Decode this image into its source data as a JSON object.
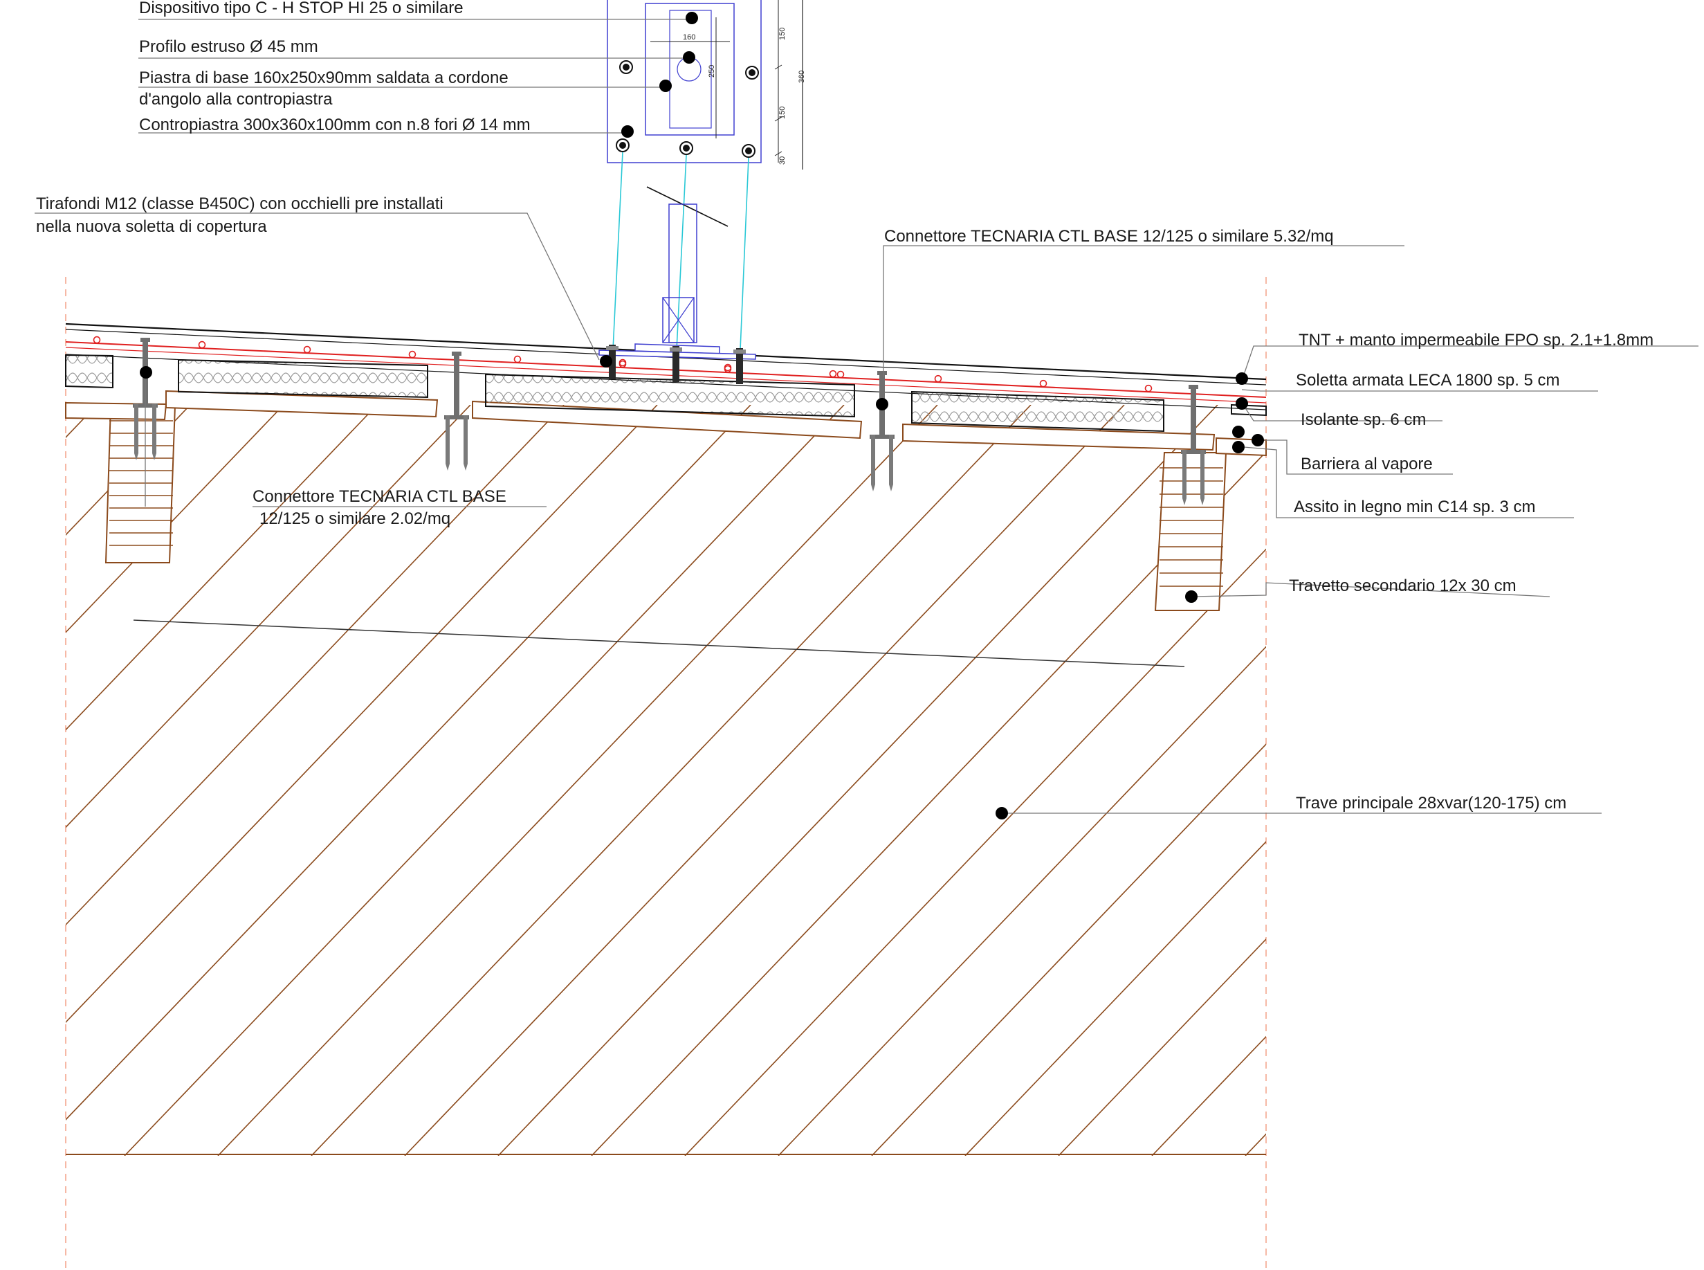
{
  "labels": {
    "dispositivo": "Dispositivo tipo C - H STOP HI 25 o similare",
    "profilo": "Profilo estruso Ø 45 mm",
    "piastra_1": "Piastra di base 160x250x90mm saldata a cordone",
    "piastra_2": "d'angolo alla contropiastra",
    "contropiastra": "Contropiastra 300x360x100mm con n.8 fori Ø 14 mm",
    "tirafondi_1": "Tirafondi M12 (classe B450C) con occhielli pre installati",
    "tirafondi_2": "nella nuova soletta di copertura",
    "connettore_right": "Connettore TECNARIA  CTL BASE 12/125 o similare 5.32/mq",
    "connettore_left_1": "Connettore TECNARIA  CTL BASE",
    "connettore_left_2": "12/125 o similare 2.02/mq",
    "tnt": "TNT + manto impermeabile FPO sp. 2.1+1.8mm",
    "soletta": "Soletta armata LECA 1800 sp. 5 cm",
    "isolante": "Isolante sp. 6 cm",
    "barriera": "Barriera al vapore",
    "assito": "Assito in legno min C14 sp. 3 cm",
    "travetto": "Travetto secondario 12x 30 cm",
    "trave": "Trave principale 28xvar(120-175) cm"
  },
  "dimensions": {
    "d160": "160",
    "d250": "250",
    "d150a": "150",
    "d150b": "150",
    "d360": "360",
    "d30": "30"
  },
  "colors": {
    "wood": "#8b4a1c",
    "steel": "#6f6f6f",
    "plate": "#3f3fd0",
    "anchor": "#2ac8d6",
    "rebar": "#e02020",
    "leader": "#777777",
    "axis": "#f08a6a"
  }
}
